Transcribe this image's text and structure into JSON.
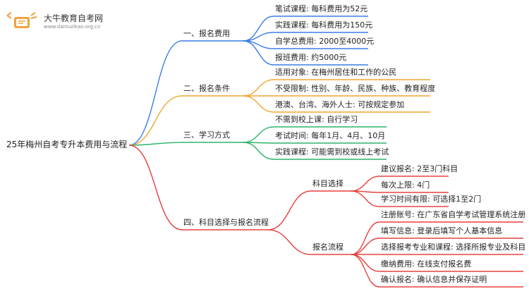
{
  "watermark": {
    "brand": "大牛教育自考网",
    "url": "www.daniuzikao.org.cn"
  },
  "colors": {
    "blue": "#3a7ee6",
    "orange": "#f0a630",
    "green": "#2db36a",
    "red": "#e8403f"
  },
  "root": "25年梅州自考专升本费用与流程",
  "branches": [
    {
      "label": "一、报名费用",
      "items": [
        "笔试课程: 每科费用为52元",
        "实践课程: 每科费用为150元",
        "自学总费用: 2000至4000元",
        "报班费用: 约5000元"
      ]
    },
    {
      "label": "二、报名条件",
      "items": [
        "适用对象: 在梅州居住和工作的公民",
        "不受限制: 性别、年龄、民族、种族、教育程度",
        "港澳、台湾、海外人士: 可按规定参加"
      ]
    },
    {
      "label": "三、学习方式",
      "items": [
        "不需到校上课: 自行学习",
        "考试时间: 每年1月、4月、10月",
        "实践课程: 可能需到校或线上考试"
      ]
    },
    {
      "label": "四、科目选择与报名流程",
      "subs": [
        {
          "label": "科目选择",
          "items": [
            "建议报名: 2至3门科目",
            "每次上限: 4门",
            "学习时间有限: 可选择1至2门"
          ]
        },
        {
          "label": "报名流程",
          "items": [
            "注册账号: 在广东省自学考试管理系统注册",
            "填写信息: 登录后填写个人基本信息",
            "选择报考专业和课程: 选择所报专业及科目",
            "缴纳费用: 在线支付报名费",
            "确认报名: 确认信息并保存证明"
          ]
        }
      ]
    }
  ]
}
